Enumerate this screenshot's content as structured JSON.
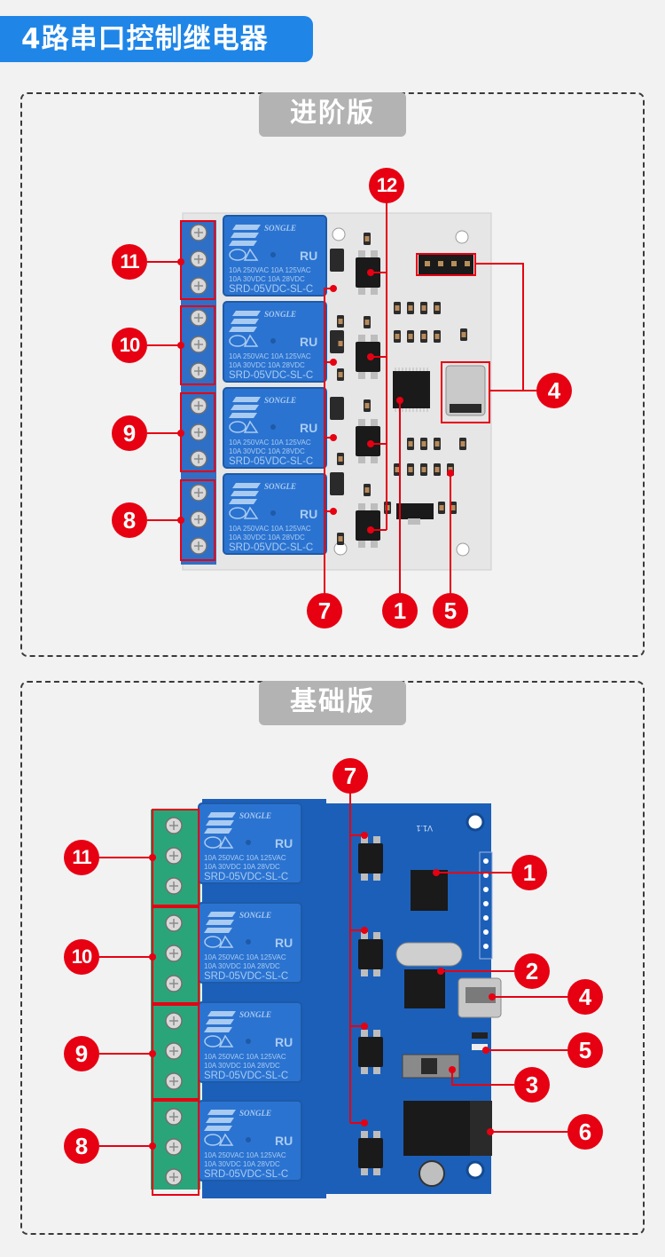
{
  "header": {
    "title": "4路串口控制继电器"
  },
  "sections": [
    {
      "label": "进阶版",
      "board_color": "#e6e6e6",
      "terminal_color": "#2f6fc6",
      "callouts": {
        "c11": "11",
        "c10": "10",
        "c9": "9",
        "c8": "8",
        "c12": "12",
        "c4": "4",
        "c7": "7",
        "c1": "1",
        "c5": "5"
      }
    },
    {
      "label": "基础版",
      "board_color": "#1c5fb8",
      "terminal_color": "#2aa57a",
      "silkscreen": "V1.1",
      "callouts": {
        "c11": "11",
        "c10": "10",
        "c9": "9",
        "c8": "8",
        "c7": "7",
        "c1": "1",
        "c2": "2",
        "c4": "4",
        "c5": "5",
        "c3": "3",
        "c6": "6"
      }
    }
  ],
  "relay": {
    "brand": "SONGLE",
    "line1": "10A 250VAC  10A 125VAC",
    "line2": "10A  30VDC  10A  28VDC",
    "model": "SRD-05VDC-SL-C"
  },
  "colors": {
    "accent": "#1f86e8",
    "callout": "#e60012",
    "tag": "#b3b3b3"
  }
}
